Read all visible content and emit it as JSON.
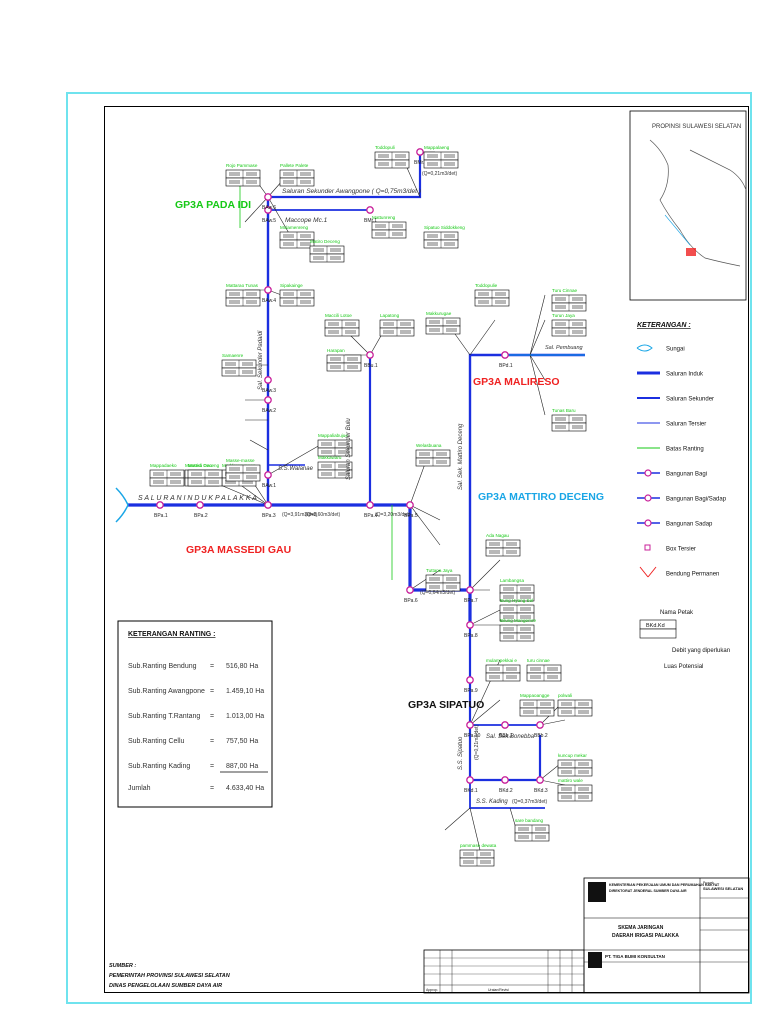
{
  "areas": {
    "padaidi": "GP3A PADA IDI",
    "massedi": "GP3A MASSEDI GAU",
    "malireso": "GP3A MALIRESO",
    "mattiro": "GP3A MATTIRO DECENG",
    "sipatuo": "GP3A SIPATUO"
  },
  "channels": {
    "induk": "S A L U R A N      I N D U K      P A L A K K A",
    "induk_flow1": "(Q=3,91m3/det)",
    "induk_flow2": "(Q=3,60m3/det)",
    "induk_flow3": "(Q=3,20m3/det)",
    "awangpone": "Saluran Sekunder Awangpone ( Q=0,75m3/det )",
    "maccope": "Maccope Mc.1",
    "mappalaeng_flow": "(Q=0,21m3/det)",
    "pembuang": "Sal. Pembuang",
    "sekunder_bulu": "Saluran Sekunder Bulu",
    "sekunder_padaidi": "Sal. Sekunder Padaidi",
    "walanae": "S.S.Walanae",
    "sekunder_mattiro": "Sal. Sek. Mattiro Deceng",
    "q_mattiro": "(Q=0,64m3/det)",
    "sipatuo_v": "S.S. Sipatuo",
    "bonebba": "Sal. Sek.Bonebba",
    "kading": "S.S. Kading",
    "q_kading": "(Q=0,37m3/det)",
    "q_sipatuo": "(Q=0,21m3/det)"
  },
  "buildings": [
    "BPa.1",
    "BPa.2",
    "BPa.3",
    "BPa.4",
    "BPa.5",
    "BPa.6",
    "BPa.7",
    "BPa.8",
    "BPa.9",
    "BPa.10",
    "BAw.1",
    "BAw.2",
    "BAw.3",
    "BAw.4",
    "BAw.5",
    "BAw.6",
    "BMr.1",
    "BMr.2",
    "BBu.1",
    "BKd.1",
    "BKd.2",
    "BKd.3",
    "BBb.1",
    "BBb.2",
    "BPd.1"
  ],
  "petak_names": [
    "Maccili Lotoe",
    "Lapatong",
    "Harapan",
    "Makkurugae",
    "Toddopulie",
    "Turu Cinnae",
    "Turun Jaya",
    "Tunas Baru",
    "Maddaremmeng",
    "Massedi Gau",
    "Mappadaeko",
    "Mattiro Deceng",
    "Masse-masse",
    "Rojo Pammase",
    "Pallete Palete",
    "Mulamenreng",
    "Matiro Deceng",
    "Sipakainge",
    "Mattarao Tunas",
    "Toddopuli",
    "Mappalaeng",
    "Mattunreng",
    "Sipatuo Siddokkeng",
    "Mappaliabujue",
    "Makkawaru",
    "Welasbuana",
    "Samaenre",
    "Tuttana Jaya",
    "Ada Nagau",
    "Lambangsa",
    "Bung Hyang Sel",
    "Bilung Mangemre",
    "mulampekkai e",
    "turu cinnae",
    "polwali",
    "kuncup mekar",
    "mattiro wale",
    "sare bandang",
    "pammase dewata",
    "Mappaoangge"
  ],
  "legend": {
    "title": "KETERANGAN :",
    "items": [
      "Sungai",
      "Saluran  Induk",
      "Saluran  Sekunder",
      "Saluran  Tersier",
      "Batas  Ranting",
      "Bangunan  Bagi",
      "Bangunan  Bagi/Sadap",
      "Bangunan  Sadap",
      "Box  Tersier",
      "Bendung  Permanen"
    ],
    "sample_name": "Nama  Petak",
    "sample_debit": "Debit  yang  diperlukan",
    "sample_luas": "Luas  Potensial",
    "sample_cell": "BKd.Kd"
  },
  "ranting": {
    "title": "KETERANGAN RANTING :",
    "rows": [
      {
        "name": "Sub.Ranting  Bendung",
        "eq": "=",
        "val": "516,80  Ha"
      },
      {
        "name": "Sub.Ranting  Awangpone",
        "eq": "=",
        "val": "1.459,10  Ha"
      },
      {
        "name": "Sub.Ranting  T.Rantang",
        "eq": "=",
        "val": "1.013,00  Ha"
      },
      {
        "name": "Sub.Ranting  Cellu",
        "eq": "=",
        "val": "757,50  Ha"
      },
      {
        "name": "Sub.Ranting  Kading",
        "eq": "=",
        "val": "887,00  Ha"
      }
    ],
    "total_label": "Jumlah",
    "total_eq": "=",
    "total_val": "4.633,40  Ha"
  },
  "inset_title": "PROPINSI  SULAWESI  SELATAN",
  "source": {
    "label": "SUMBER :",
    "line1": "PEMERINTAH PROVINSI SULAWESI SELATAN",
    "line2": "DINAS PENGELOLAAN SUMBER DAYA AIR"
  },
  "title_block": {
    "ministry": "KEMENTERIAN PEKERJAAN UMUM DAN PERUMAHAN RAKYAT",
    "directorate": "DIREKTORAT JENDERAL SUMBER DAYA AIR",
    "region_label": "Proyek",
    "region": "SULAWESI SELATAN",
    "drawing_title1": "SKEMA JARINGAN",
    "drawing_title2": "DAERAH IRIGASI PALAKKA",
    "consultant": "PT. TIGA BUMI KONSULTAN",
    "bottom_left": "Approp.",
    "bottom_center": "Uraian/Revisi"
  },
  "colors": {
    "induk": "#1b2fe0",
    "sekunder": "#1b2fe0",
    "area_green": "#16c916",
    "area_blue": "#1aa6e6",
    "area_red": "#ef2222",
    "petak_label": "#16c916",
    "node": "#c8209a",
    "frame_cyan": "#6fe3ee"
  }
}
